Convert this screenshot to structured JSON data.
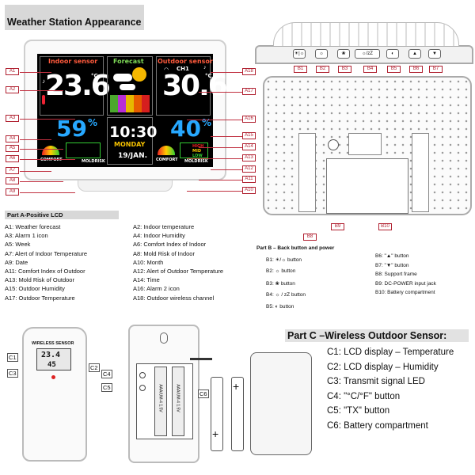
{
  "title": "Weather Station Appearance",
  "lcd": {
    "indoor_sensor": "Indoor sensor",
    "forecast": "Forecast",
    "outdoor_sensor": "Outdoor sensor",
    "indoor_temp": "23.6",
    "temp_unit": "°C",
    "outdoor_temp": "30.6",
    "ch1": "CH1",
    "indoor_humidity": "59",
    "outdoor_humidity": "40",
    "humidity_unit": "%",
    "time": "10:30",
    "weekday": "MONDAY",
    "date": "19/JAN.",
    "comfort": "COMFORT",
    "moldrisk": "MOLDRISK",
    "low_risk": "LOW",
    "mid_risk": "MID",
    "high_risk": "HIGH"
  },
  "left_tags": [
    "A1",
    "A2",
    "A3",
    "A4",
    "A5",
    "A6",
    "A7",
    "A8",
    "A9"
  ],
  "right_tags": [
    "A18",
    "A17",
    "A16",
    "A15",
    "A14",
    "A13",
    "A12",
    "A11",
    "A10"
  ],
  "top_buttons": [
    "B1",
    "B2",
    "B3",
    "B4",
    "B5",
    "B6",
    "B7"
  ],
  "back_tags": [
    "B8",
    "B9",
    "B10"
  ],
  "part_a": {
    "heading": "Part A-Positive LCD",
    "left": [
      "A1: Weather forecast",
      "A3: Alarm 1 icon",
      "A5: Week",
      "A7: Alert of Indoor Temperature",
      "A9: Date",
      "A11: Comfort Index of Outdoor",
      "A13: Mold Risk of Outdoor",
      "A15: Outdoor Humidity",
      "A17: Outdoor Temperature"
    ],
    "right": [
      "A2: Indoor temperature",
      "A4: Indoor Humidity",
      "A6: Comfort Index of Indoor",
      "A8: Mold Risk of Indoor",
      "A10: Month",
      "A12: Alert of Outdoor Temperature",
      "A14: Time",
      "A16: Alarm 2 icon",
      "A18: Outdoor wireless channel"
    ]
  },
  "part_b": {
    "heading": "Part B – Back button and power",
    "left": [
      "B1: ☀/☼ button",
      "B2: ☼ button",
      "B3: ❀ button",
      "B4: ☼ / zZ button",
      "B5: ◐ button"
    ],
    "right": [
      "B6: \"▲\" button",
      "B7: \"▼\" button",
      "B8: Support frame",
      "B9: DC-POWER input jack",
      "B10: Battery compartment"
    ]
  },
  "part_c": {
    "heading": "Part C –Wireless Outdoor Sensor:",
    "items": [
      "C1: LCD display – Temperature",
      "C2: LCD display – Humidity",
      "C3: Transmit signal LED",
      "C4: \"°C/°F\" button",
      "C5: \"TX\" button",
      "C6: Battery compartment"
    ]
  },
  "sensor": {
    "label": "WIRELESS SENSOR",
    "temp": "23.4",
    "hum": "45",
    "c_tags": [
      "C1",
      "C2",
      "C3",
      "C4",
      "C5",
      "C6"
    ]
  },
  "battery_label": "AAA/UM-4 1.5V"
}
